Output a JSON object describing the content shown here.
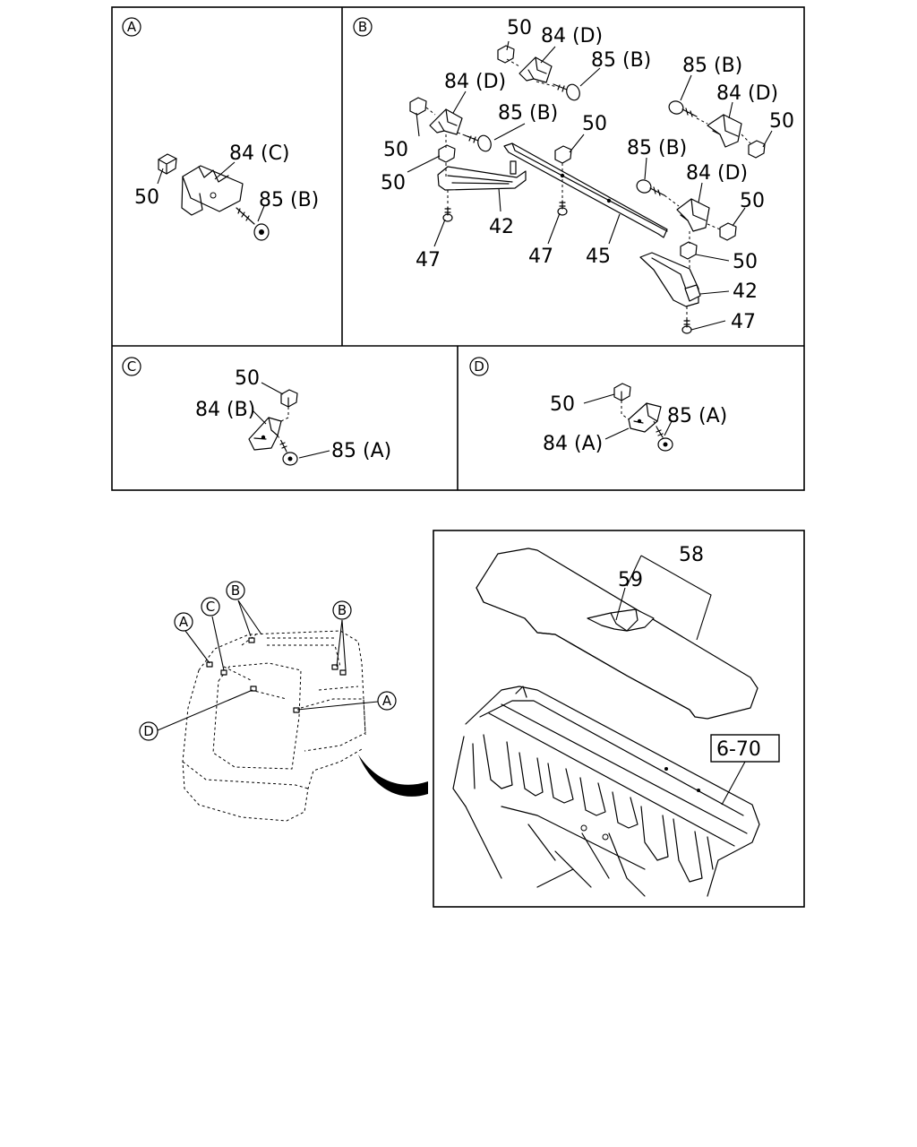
{
  "panels": {
    "a": {
      "marker": "A"
    },
    "b": {
      "marker": "B"
    },
    "c": {
      "marker": "C"
    },
    "d": {
      "marker": "D"
    }
  },
  "callouts": {
    "a": {
      "l50": "50",
      "l84c": "84 (C)",
      "l85b": "85 (B)"
    },
    "b": {
      "l50_top": "50",
      "l84d_top": "84 (D)",
      "l85b_top": "85 (B)",
      "l84d_left": "84 (D)",
      "l85b_mid": "85 (B)",
      "l50_left1": "50",
      "l50_left2": "50",
      "l50_center": "50",
      "l42_left": "42",
      "l47_left": "47",
      "l47_mid": "47",
      "l45": "45",
      "l85b_right": "85 (B)",
      "l84d_right": "84 (D)",
      "l50_right1": "50",
      "l85b_right2": "85 (B)",
      "l84d_right2": "84 (D)",
      "l50_right2": "50",
      "l50_right3": "50",
      "l42_right": "42",
      "l47_right": "47"
    },
    "c": {
      "l50": "50",
      "l84b": "84 (B)",
      "l85a": "85 (A)"
    },
    "d": {
      "l50": "50",
      "l84a": "84 (A)",
      "l85a": "85 (A)"
    }
  },
  "overview": {
    "markers": {
      "a_left": "A",
      "c": "C",
      "b_left": "B",
      "b_right": "B",
      "d": "D",
      "a_right": "A"
    }
  },
  "cutaway": {
    "l58": "58",
    "l59": "59",
    "ref": "6-70"
  }
}
